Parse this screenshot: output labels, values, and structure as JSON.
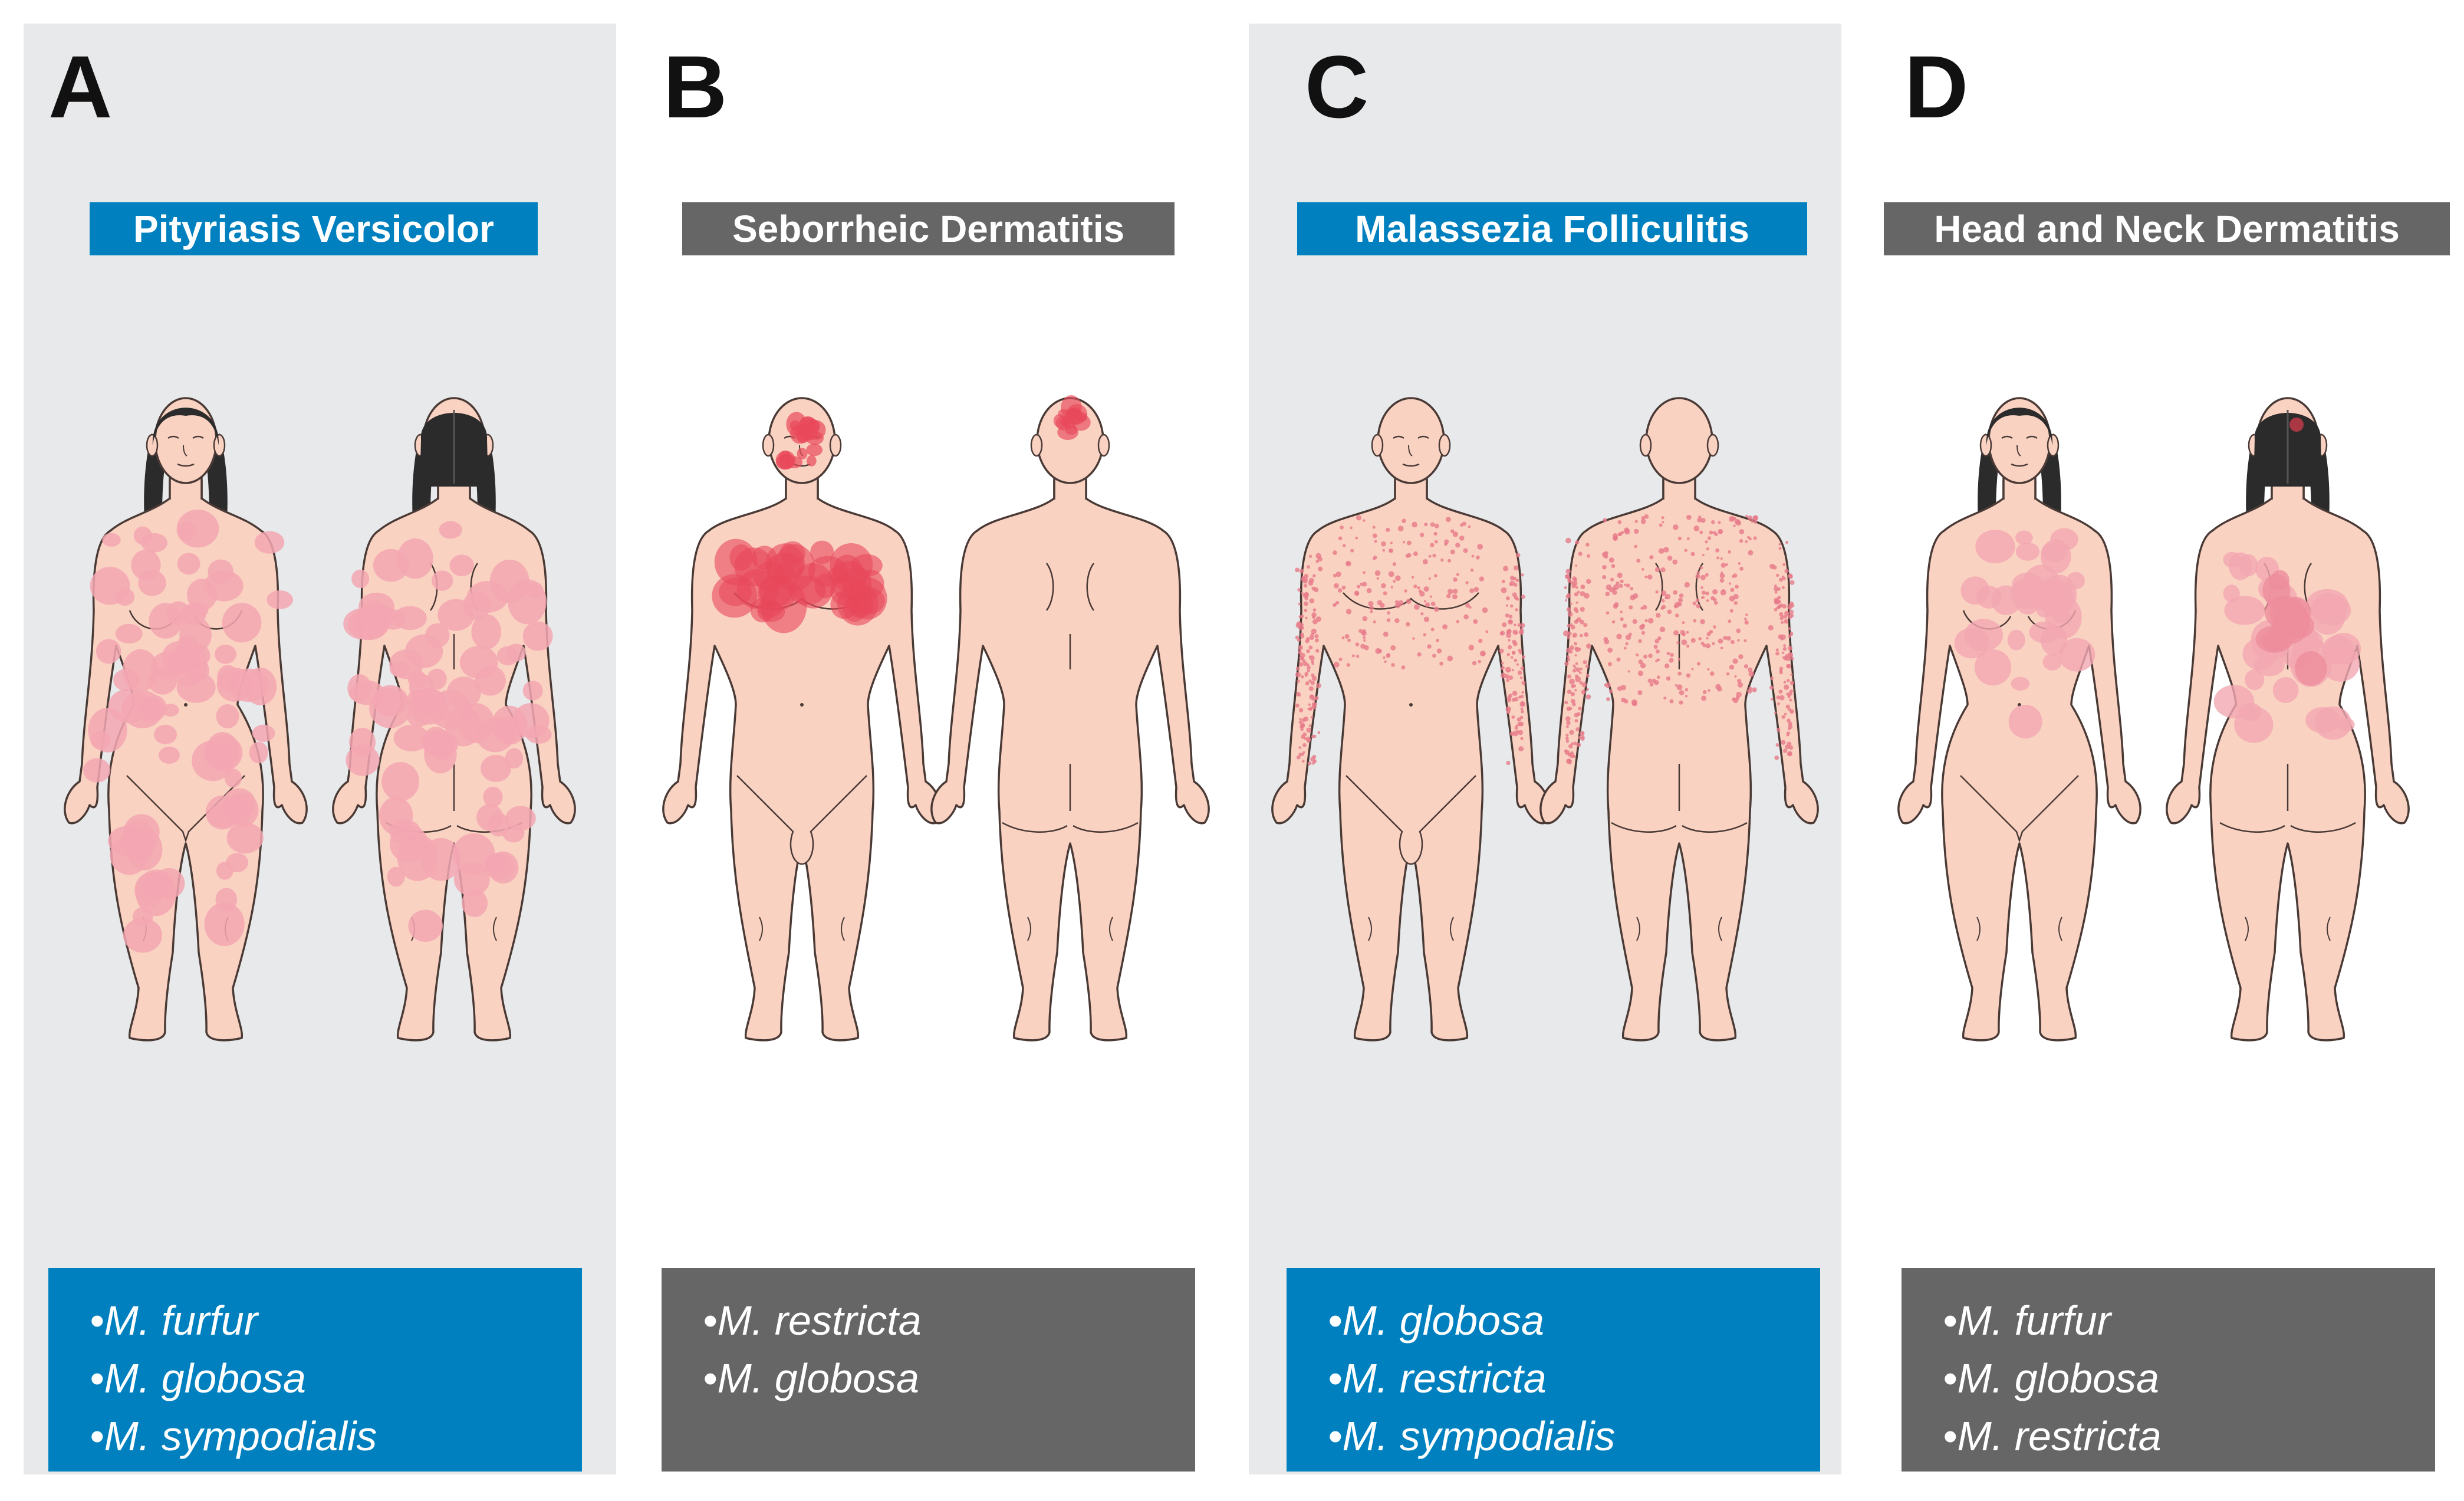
{
  "colors": {
    "blue": "#0080bf",
    "gray": "#666666",
    "panel_shade": "#e7e9eb",
    "skin": "#fad2c2",
    "outline": "#4a3a36",
    "lesion_pink": "#f3a7b2",
    "lesion_red": "#e8485a",
    "hair": "#2b2b2b"
  },
  "panels": [
    {
      "letter": "A",
      "title": "Pityriasis Versicolor",
      "color": "blue",
      "figure": "female",
      "lesion_style": "patches-pink",
      "species": [
        "•M. furfur",
        "•M. globosa",
        "•M. sympodialis"
      ]
    },
    {
      "letter": "B",
      "title": "Seborrheic Dermatitis",
      "color": "gray",
      "figure": "male",
      "lesion_style": "face-chest-red",
      "species": [
        "•M. restricta",
        "•M. globosa"
      ]
    },
    {
      "letter": "C",
      "title": "Malassezia Folliculitis",
      "color": "blue",
      "figure": "male",
      "lesion_style": "speckles",
      "species": [
        "•M. globosa",
        "•M. restricta",
        "•M. sympodialis"
      ]
    },
    {
      "letter": "D",
      "title": "Head and Neck Dermatitis",
      "color": "gray",
      "figure": "female",
      "lesion_style": "upper-body-pink",
      "species": [
        "•M. furfur",
        "•M. globosa",
        "•M. restricta"
      ]
    }
  ]
}
